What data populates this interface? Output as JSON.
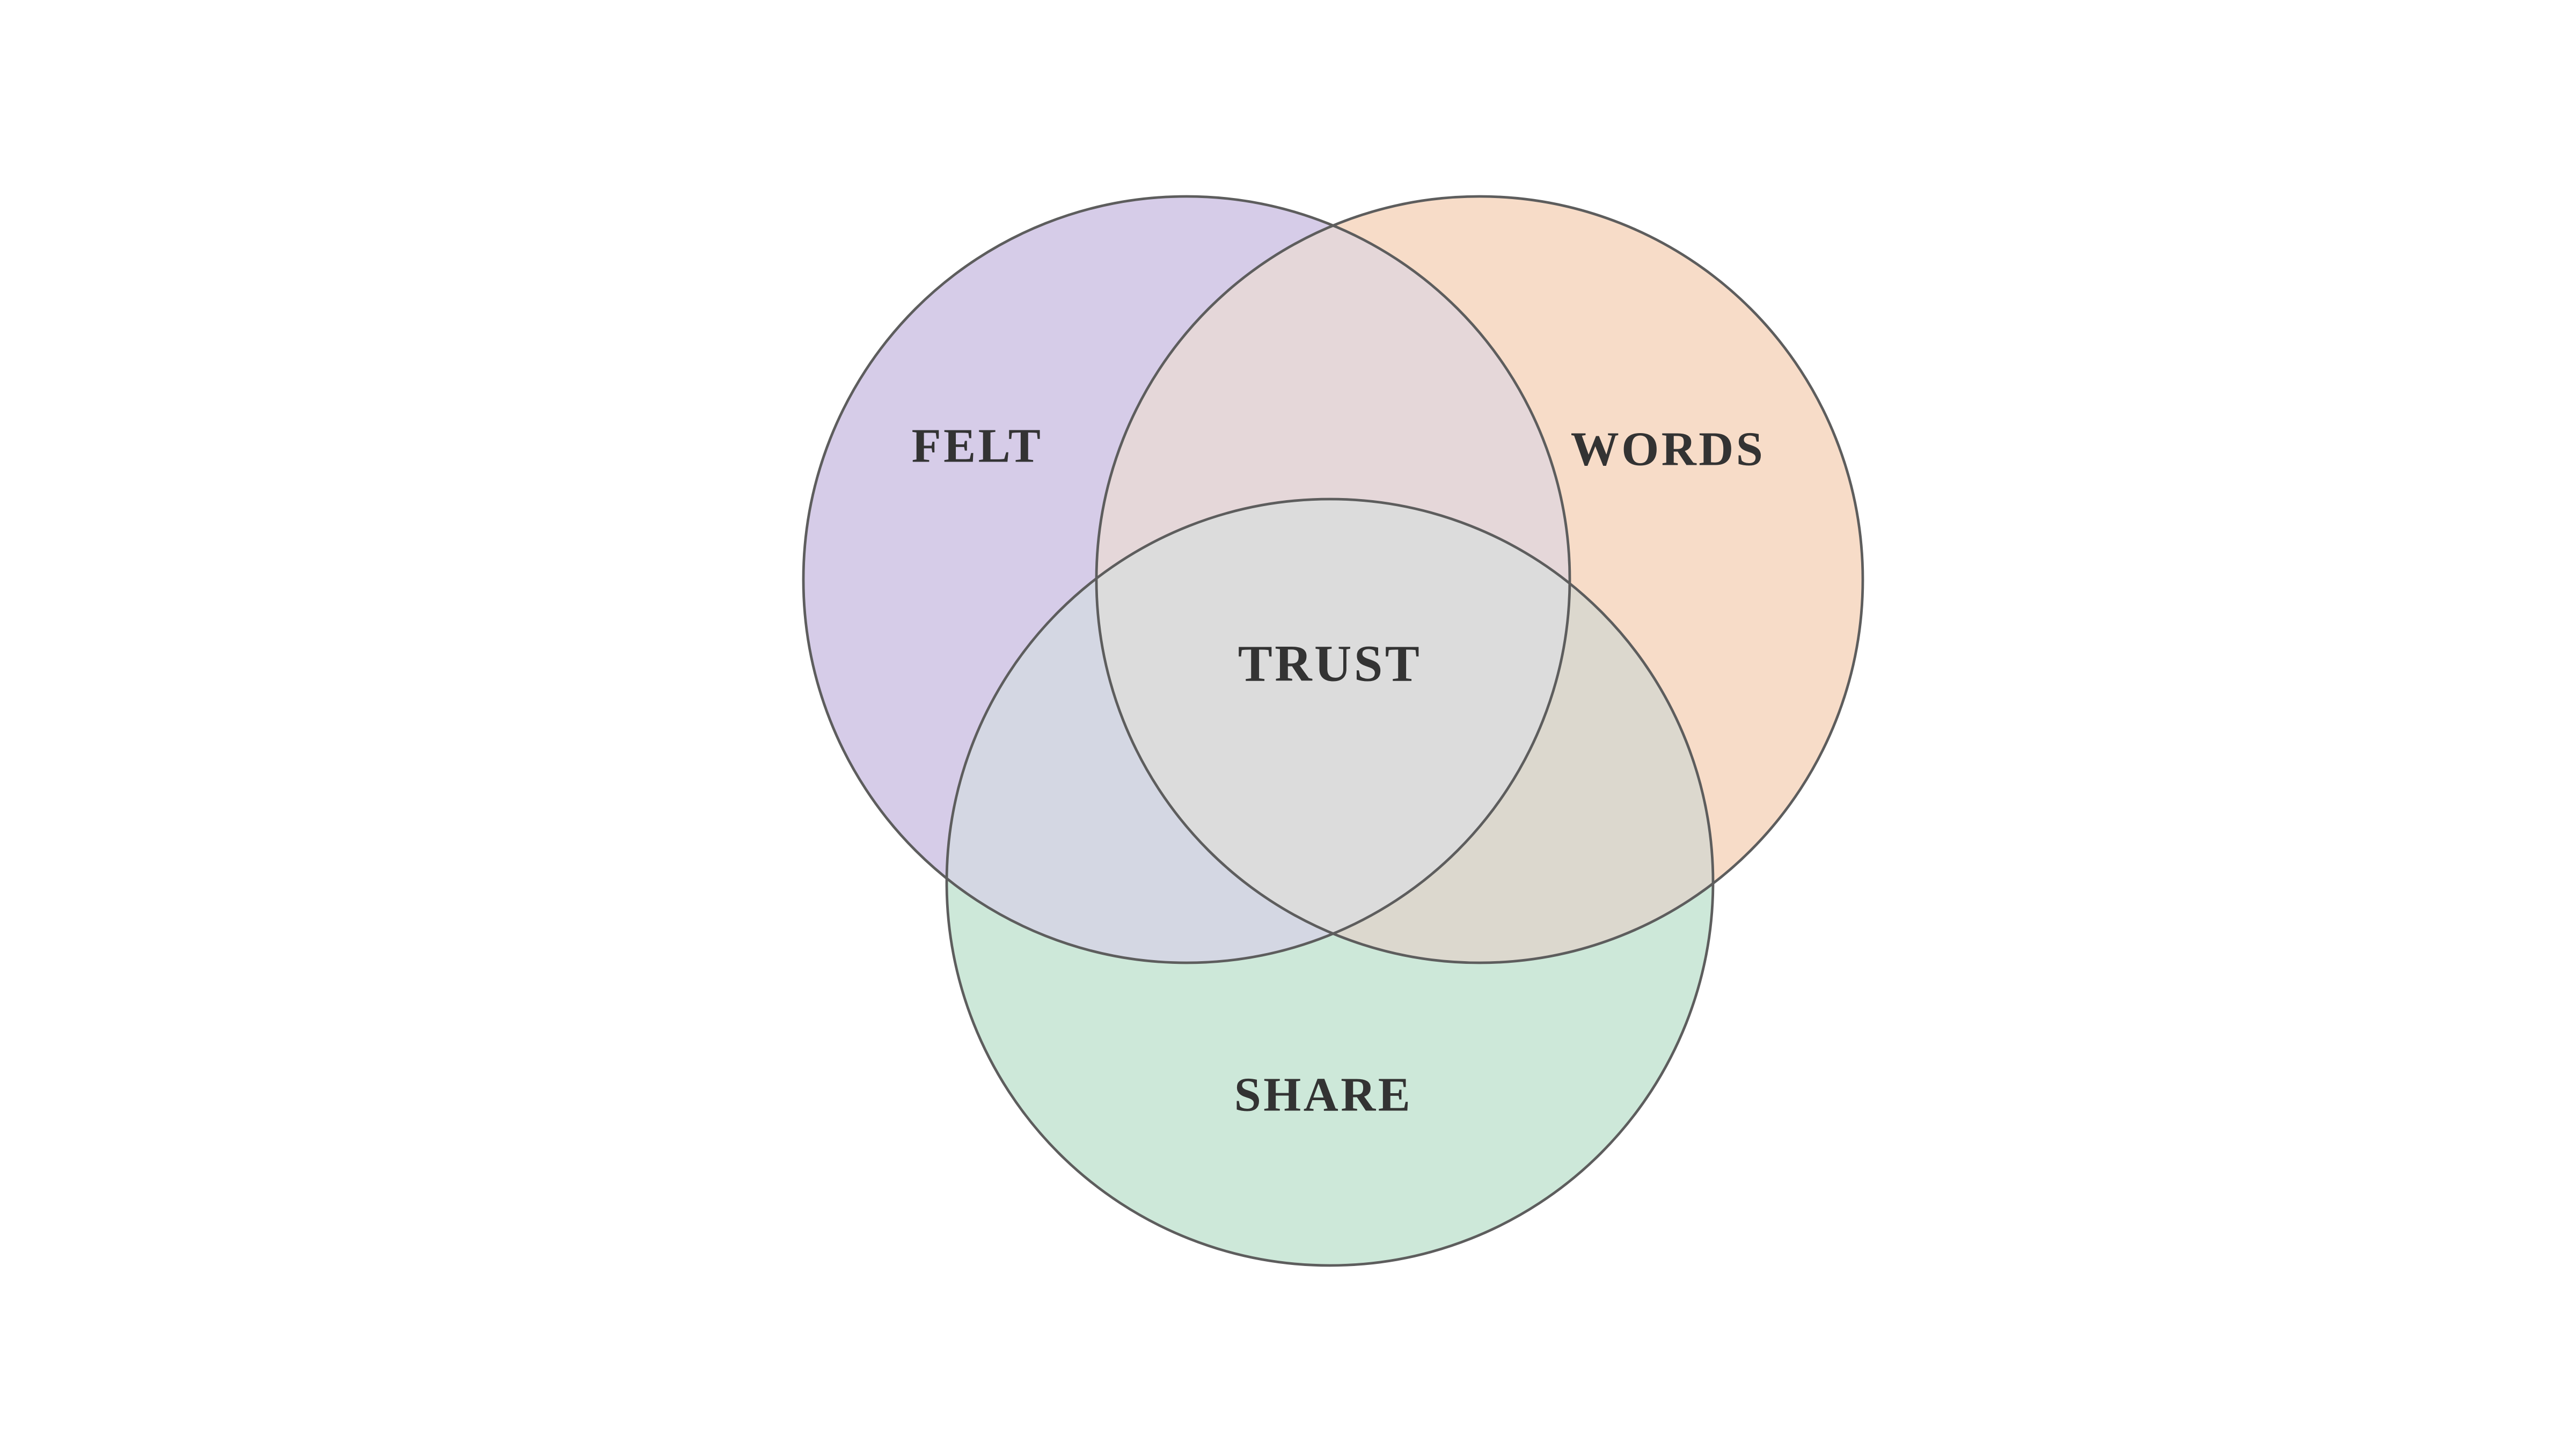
{
  "diagram": {
    "type": "venn-3-circle",
    "background_color": "#ffffff",
    "outline_color": "#5d5d5d",
    "label_color": "#333333",
    "sets": [
      {
        "id": "felt",
        "label": "FELT",
        "fill": "#d6cce8"
      },
      {
        "id": "words",
        "label": "WORDS",
        "fill": "#f7dcc8"
      },
      {
        "id": "share",
        "label": "SHARE",
        "fill": "#cde8d9"
      }
    ],
    "overlaps": [
      {
        "id": "felt-words",
        "fill": "#e5d7d9"
      },
      {
        "id": "felt-share",
        "fill": "#d4d7e3"
      },
      {
        "id": "words-share",
        "fill": "#dcd8ce"
      },
      {
        "id": "felt-words-share",
        "label": "TRUST",
        "fill": "#dcdcdc"
      }
    ]
  }
}
